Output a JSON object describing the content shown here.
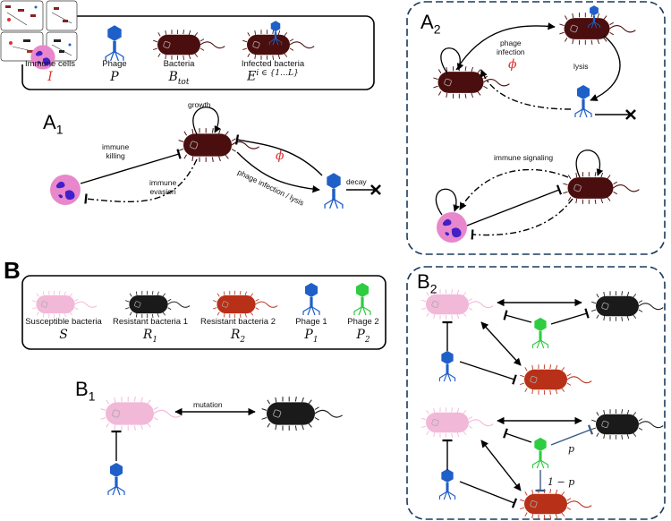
{
  "legend_top": {
    "items": [
      {
        "label": "Immune cells",
        "symbol": "I"
      },
      {
        "label": "Phage",
        "symbol": "P"
      },
      {
        "label": "Bacteria",
        "symbol": "B",
        "symbol_sub": "tot"
      },
      {
        "label": "Infected bacteria",
        "symbol": "E",
        "symbol_sup": "i ∈ {1…L}"
      }
    ]
  },
  "panel_A1": {
    "label": "A",
    "sub": "1",
    "edges": {
      "growth": "growth",
      "immune_killing": "immune\nkilling",
      "immune_evasion": "immune\nevasion",
      "phage_infection_lysis": "phage infection / lysis",
      "decay": "decay",
      "phi": "ϕ"
    }
  },
  "panel_A2": {
    "label": "A",
    "sub": "2",
    "edges": {
      "phage_infection": "phage\ninfection",
      "phi": "ϕ",
      "lysis": "lysis",
      "immune_signaling": "immune signaling"
    }
  },
  "panel_B": {
    "label": "B"
  },
  "legend_bottom": {
    "items": [
      {
        "label": "Susceptible bacteria",
        "symbol": "S"
      },
      {
        "label": "Resistant bacteria 1",
        "symbol": "R",
        "symbol_sub": "1"
      },
      {
        "label": "Resistant bacteria 2",
        "symbol": "R",
        "symbol_sub": "2"
      },
      {
        "label": "Phage 1",
        "symbol": "P",
        "symbol_sub": "1"
      },
      {
        "label": "Phage 2",
        "symbol": "P",
        "symbol_sub": "2"
      }
    ]
  },
  "panel_B1": {
    "label": "B",
    "sub": "1",
    "edges": {
      "mutation": "mutation"
    }
  },
  "panel_B2": {
    "label": "B",
    "sub": "2",
    "edges": {
      "p": "p",
      "one_minus_p": "1 − p"
    }
  },
  "colors": {
    "bacteria_dark_red": "#4a0e0e",
    "susceptible_pink": "#f2b8d8",
    "resistant_black": "#1a1a1a",
    "resistant_orange": "#b83018",
    "phage_blue": "#1f5fc8",
    "phage_green": "#2ecc40",
    "immune_cell": "#e887cc",
    "immune_nucleus": "#4020c8",
    "symbol_red": "#e03030",
    "dashed_border": "#1a3a5c"
  }
}
